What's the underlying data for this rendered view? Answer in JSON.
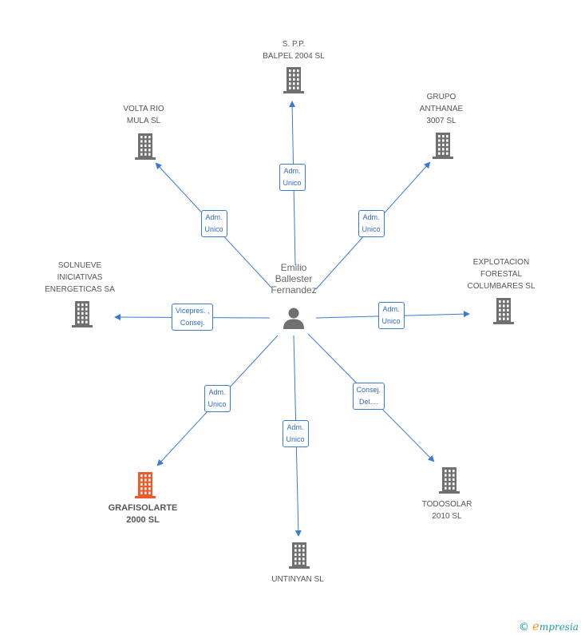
{
  "center": {
    "name_lines": [
      "Emilio",
      "Ballester",
      "Fernandez"
    ],
    "icon": "person-icon"
  },
  "companies": [
    {
      "id": "spp",
      "lines": [
        "S. P.P.",
        "BALPEL 2004 SL"
      ],
      "role_lines": [
        "Adm.",
        "Unico"
      ],
      "highlight": false
    },
    {
      "id": "grupo",
      "lines": [
        "GRUPO",
        "ANTHANAE",
        "3007 SL"
      ],
      "role_lines": [
        "Adm.",
        "Unico"
      ],
      "highlight": false
    },
    {
      "id": "explotacion",
      "lines": [
        "EXPLOTACION",
        "FORESTAL",
        "COLUMBARES SL"
      ],
      "role_lines": [
        "Adm.",
        "Unico"
      ],
      "highlight": false
    },
    {
      "id": "todosolar",
      "lines": [
        "TODOSOLAR",
        "2010 SL"
      ],
      "role_lines": [
        "Consej.",
        "Del...."
      ],
      "highlight": false
    },
    {
      "id": "untinyan",
      "lines": [
        "UNTINYAN SL"
      ],
      "role_lines": [
        "Adm.",
        "Unico"
      ],
      "highlight": false
    },
    {
      "id": "grafisolarte",
      "lines": [
        "GRAFISOLARTE",
        "2000 SL"
      ],
      "role_lines": [
        "Adm.",
        "Unico"
      ],
      "highlight": true
    },
    {
      "id": "solnueve",
      "lines": [
        "SOLNUEVE",
        "INICIATIVAS",
        "ENERGETICAS SA"
      ],
      "role_lines": [
        "Vicepres. ,",
        "Consej."
      ],
      "highlight": false
    },
    {
      "id": "volta",
      "lines": [
        "VOLTA RIO",
        "MULA SL"
      ],
      "role_lines": [
        "Adm.",
        "Unico"
      ],
      "highlight": false
    }
  ],
  "colors": {
    "edge": "#3a7bd5",
    "building": "#707070",
    "building_highlight": "#f05a28",
    "person": "#707070"
  },
  "footer": {
    "copyright_symbol": "©",
    "brand_initial": "e",
    "brand_rest": "mpresia"
  }
}
